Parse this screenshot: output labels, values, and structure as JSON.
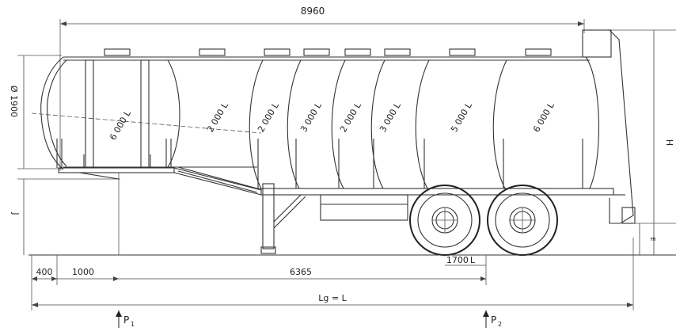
{
  "dimensions": {
    "overall_length": "8960",
    "tank_diameter": "Ø 1900",
    "front_overhang": "400",
    "kingpin_offset": "1000",
    "wheelbase": "6365",
    "axle_spacing": "1700",
    "axle_spacing_suffix": "L",
    "total_length": "Lg = L",
    "height": "H",
    "coupling_height": "J",
    "rear_height": "E"
  },
  "loads": {
    "p1_letter": "P",
    "p1_sub": "1",
    "p2_letter": "P",
    "p2_sub": "2"
  },
  "compartments": [
    {
      "label": "6 000 L"
    },
    {
      "label": "2 000 L"
    },
    {
      "label": "2 000 L"
    },
    {
      "label": "3 000 L"
    },
    {
      "label": "2 000 L"
    },
    {
      "label": "3 000 L"
    },
    {
      "label": "5 000 L"
    },
    {
      "label": "6 000 L"
    }
  ]
}
